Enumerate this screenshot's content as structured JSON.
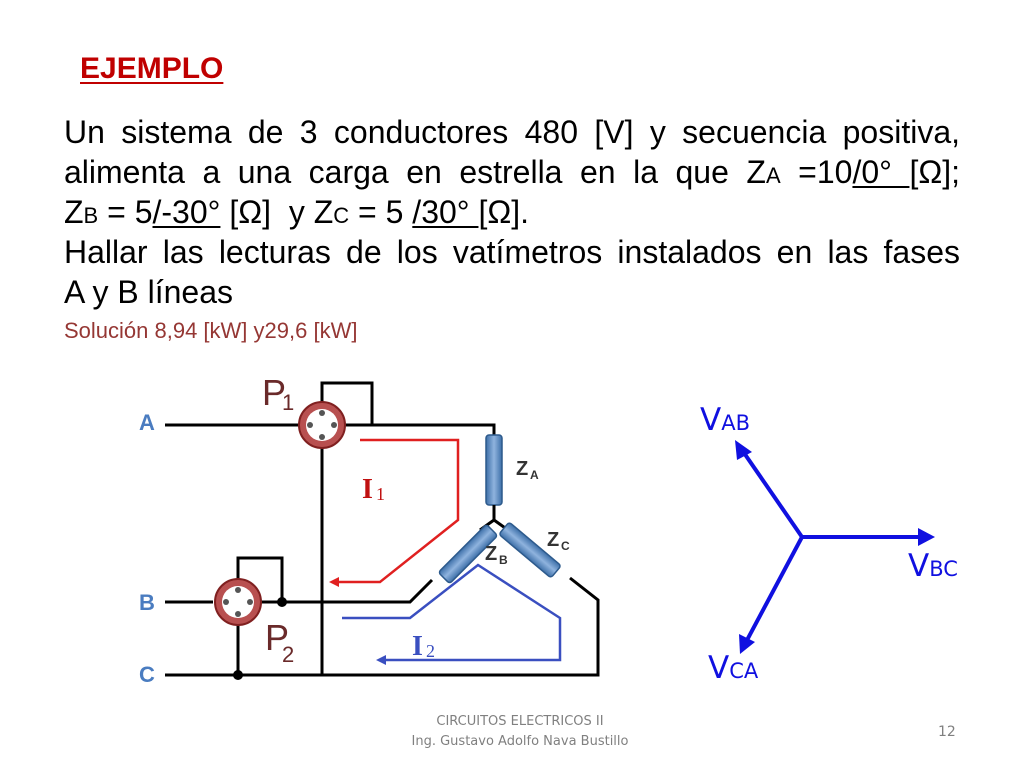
{
  "heading": "EJEMPLO",
  "problem": {
    "line1": "Un sistema de 3 conductores 480 [V] y secuencia positiva,",
    "line2_pre": "alimenta a una carga en estrella en la que Z",
    "line2_sub": "A",
    "line2_eq": " =10",
    "line2_ang": "/0° ",
    "line2_unit": "[Ω];",
    "line3_z": "Z",
    "line3_sub": "B",
    "line3_eq": " = 5",
    "line3_ang": "/-30°",
    "line3_mid": " [Ω]  y Z",
    "line3_sub2": "C",
    "line3_eq2": " = 5 ",
    "line3_ang2": "/30° ",
    "line3_unit": "[Ω].",
    "line4": "Hallar las lecturas de los vatímetros instalados en las fases",
    "line5": "A y B líneas"
  },
  "solution": "Solución 8,94 [kW] y29,6 [kW]",
  "circuit": {
    "line_a": "A",
    "line_b": "B",
    "line_c": "C",
    "p1_letter": "P",
    "p1_sub": "1",
    "p2_letter": "P",
    "p2_sub": "2",
    "i1_letter": "I",
    "i1_sub": "1",
    "i2_letter": "I",
    "i2_sub": "2",
    "za_letter": "Z",
    "za_sub": "A",
    "zb_letter": "Z",
    "zb_sub": "B",
    "zc_letter": "Z",
    "zc_sub": "C"
  },
  "phasor": {
    "vab_main": "V",
    "vab_sub": "AB",
    "vbc_main": "V",
    "vbc_sub": "BC",
    "vca_main": "V",
    "vca_sub": "CA",
    "color": "#1010e0"
  },
  "footer": {
    "line1": "CIRCUITOS ELECTRICOS II",
    "line2": "Ing. Gustavo Adolfo Nava Bustillo",
    "page": "12"
  }
}
